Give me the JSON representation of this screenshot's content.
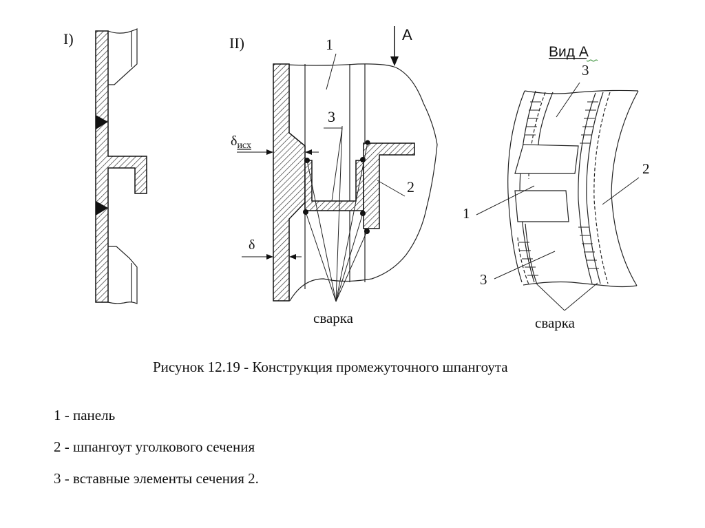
{
  "figure": {
    "panel_I_label": "I)",
    "panel_II_label": "II)",
    "view_arrow_label": "А",
    "view_title": "Вид А",
    "labels": {
      "panel": "1",
      "frame": "2",
      "insert": "3"
    },
    "delta_initial": "δисх",
    "delta_initial_base": "δ",
    "delta_initial_sub": "исх",
    "delta": "δ",
    "weld_label_II": "сварка",
    "weld_label_view": "сварка",
    "colors": {
      "stroke": "#111111",
      "background": "#ffffff",
      "spellcheck_underline": "#2e8b2e"
    }
  },
  "caption": "Рисунок 12.19 - Конструкция промежуточного шпангоута",
  "legend": [
    "1 - панель",
    "2 - шпангоут уголкового сечения",
    "3 - вставные элементы сечения 2."
  ]
}
